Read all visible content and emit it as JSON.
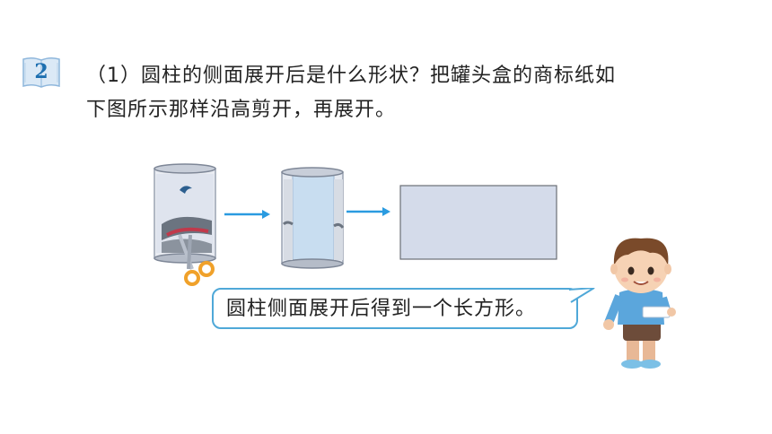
{
  "badge": {
    "number": "2"
  },
  "question": {
    "line1": "（1）圆柱的侧面展开后是什么形状？把罐头盒的商标纸如",
    "line2": "下图所示那样沿高剪开，再展开。"
  },
  "speech_bubble": {
    "text": "圆柱侧面展开后得到一个长方形。"
  },
  "icons": {
    "badge": "book-number-badge-icon",
    "can_label": "can-with-label-icon",
    "can_cut": "can-label-cut-icon",
    "scissors": "scissors-icon",
    "arrow": "right-arrow-icon",
    "rectangle": "unrolled-rectangle-icon",
    "character": "boy-character-icon"
  },
  "colors": {
    "accent_blue": "#1d6fb0",
    "bubble_border": "#4fa8d8",
    "rectangle_fill": "#d4dbea",
    "arrow": "#2a9be0",
    "scissors_handle": "#f0a12a"
  }
}
